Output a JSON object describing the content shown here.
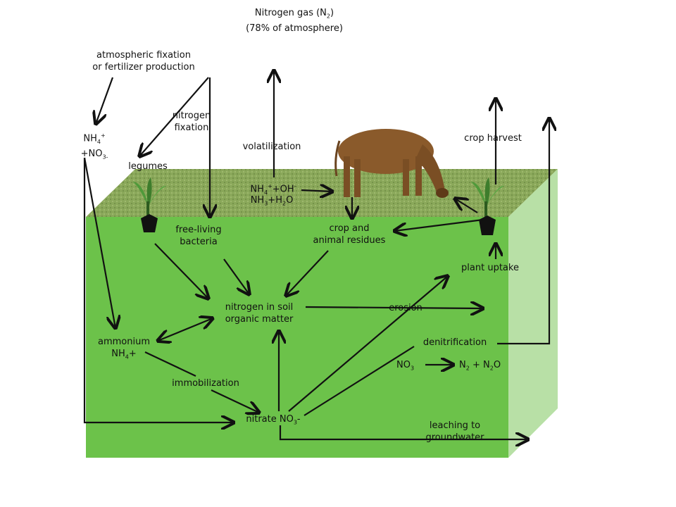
{
  "nitrogen_gas": {
    "line1": "Nitrogen gas (N",
    "sub": "2",
    "line1_end": ")",
    "line2": "(78% of atmosphere)"
  },
  "atm_fixation": {
    "line1": "atmospheric fixation",
    "line2": "or fertilizer production"
  },
  "nh4_no3": {
    "nh": "NH",
    "nh_sub": "4",
    "nh_sup": "+",
    "no": "+NO",
    "no_sub": "3-"
  },
  "nitrogen_fixation": {
    "line1": "nitrogen",
    "line2": "fixation"
  },
  "legumes": "legumes",
  "volatilization": "volatilization",
  "nh4_oh": {
    "a": "NH",
    "a_sub": "4",
    "a_sup": "+",
    "b": "+OH",
    "b_sup": "-"
  },
  "nh3_h2o": {
    "a": "NH",
    "a_sub": "3",
    "b": "+H",
    "b_sub": "2",
    "c": "O"
  },
  "crop_harvest": "crop harvest",
  "free_living": {
    "line1": "free-living",
    "line2": "bacteria"
  },
  "crop_residues": {
    "line1": "crop and",
    "line2": "animal residues"
  },
  "plant_uptake": "plant uptake",
  "soil_organic": {
    "line1": "nitrogen in soil",
    "line2": "organic matter"
  },
  "erosion": "erosion",
  "ammonium": {
    "line1": "ammonium",
    "line2": "NH",
    "line2_sub": "4",
    "line2_end": "+"
  },
  "denitrification": "denitrification",
  "denit_formula": {
    "left": "NO",
    "left_sub": "3",
    "right_a": "N",
    "right_a_sub": "2",
    "right_b": " + N",
    "right_b_sub": "2",
    "right_c": "O"
  },
  "immobilization": "immobilization",
  "nitrate": {
    "text": "nitrate NO",
    "sub": "3",
    "end": "-"
  },
  "leaching": {
    "line1": "leaching to",
    "line2": "groundwater"
  },
  "colors": {
    "soil_front": "#6cc24a",
    "soil_side": "#b8e0a6",
    "grass_top": "#8aa85a",
    "arrow": "#111111",
    "cow": "#8a5a2b"
  }
}
